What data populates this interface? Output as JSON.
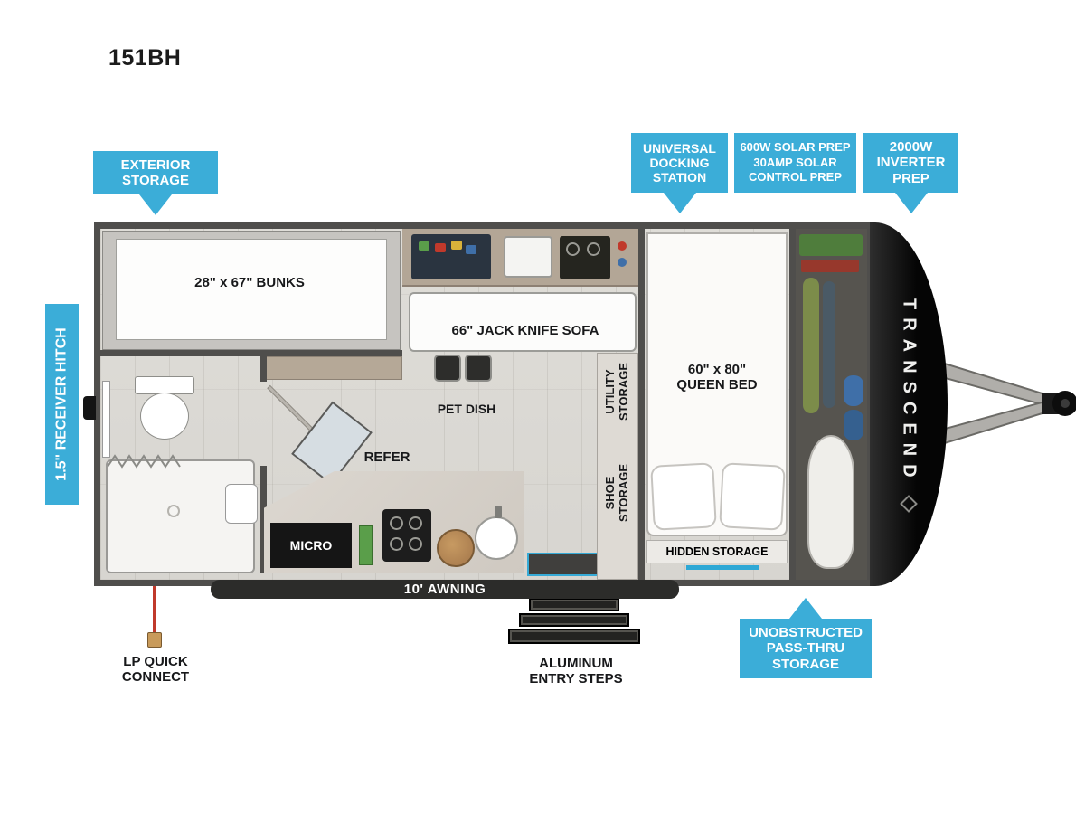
{
  "title": "151BH",
  "colors": {
    "callout_blue": "#3badd8",
    "accent_blue": "#2ea8d5",
    "wall": "#4f4e4c"
  },
  "callouts": {
    "exterior_storage": "EXTERIOR\nSTORAGE",
    "universal_docking_station": "UNIVERSAL\nDOCKING\nSTATION",
    "solar_prep": "600W SOLAR PREP\n30AMP SOLAR\nCONTROL PREP",
    "inverter_prep": "2000W\nINVERTER\nPREP",
    "receiver_hitch": "1.5\" RECEIVER HITCH",
    "pass_thru_storage": "UNOBSTRUCTED\nPASS-THRU\nSTORAGE"
  },
  "plan": {
    "bunks": "28\" x 67\" BUNKS",
    "sofa": "66\" JACK KNIFE SOFA",
    "pet_dish": "PET DISH",
    "refer": "REFER",
    "micro": "MICRO",
    "utility_storage": "UTILITY\nSTORAGE",
    "shoe_storage": "SHOE\nSTORAGE",
    "queen_bed": "60\" x 80\"\nQUEEN BED",
    "hidden_storage": "HIDDEN STORAGE",
    "awning": "10' AWNING",
    "brand": "TRANSCEND"
  },
  "exterior": {
    "lp_quick_connect": "LP QUICK\nCONNECT",
    "aluminum_entry_steps": "ALUMINUM\nENTRY STEPS"
  }
}
